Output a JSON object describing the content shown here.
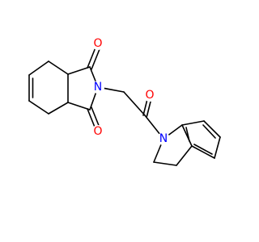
{
  "molecule": {
    "atom_labels": {
      "o1": "O",
      "n_imide": "N",
      "o2": "O",
      "o_ketone": "O",
      "n_indoline": "N"
    },
    "colors": {
      "bond": "#000000",
      "oxygen": "#ff0000",
      "nitrogen": "#0000ff",
      "background": "#ffffff"
    }
  }
}
